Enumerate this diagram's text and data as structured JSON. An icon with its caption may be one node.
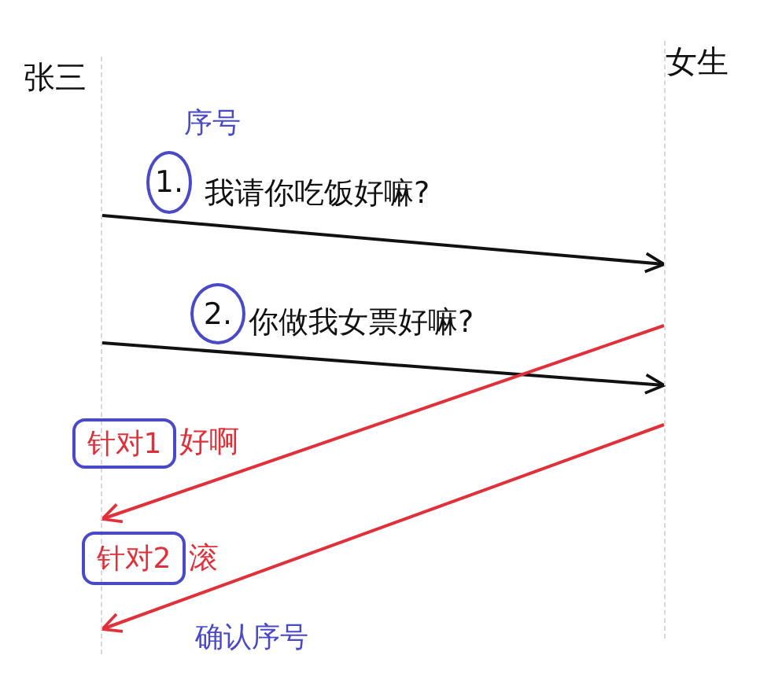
{
  "diagram": {
    "nodes": [
      {
        "text": [
          "张三"
        ]
      },
      {
        "text": [
          "女生"
        ]
      },
      {
        "text": [
          "1."
        ]
      },
      {
        "text": [
          "2."
        ]
      },
      {
        "text": [
          "针对1"
        ]
      },
      {
        "text": [
          "针对2"
        ]
      }
    ],
    "edges": [
      {
        "from": 0,
        "to": 1,
        "arrow": "to",
        "label": "我请你吃饭好嘛?"
      },
      {
        "from": 0,
        "to": 1,
        "arrow": "to",
        "label": "你做我女票好嘛?"
      },
      {
        "from": 1,
        "to": 0,
        "arrow": "to",
        "label": "好啊",
        "color": "#e0303a"
      },
      {
        "from": 1,
        "to": 0,
        "arrow": "to",
        "label": "滚",
        "color": "#e0303a"
      }
    ],
    "labels": [
      "序号",
      "确认序号"
    ]
  }
}
